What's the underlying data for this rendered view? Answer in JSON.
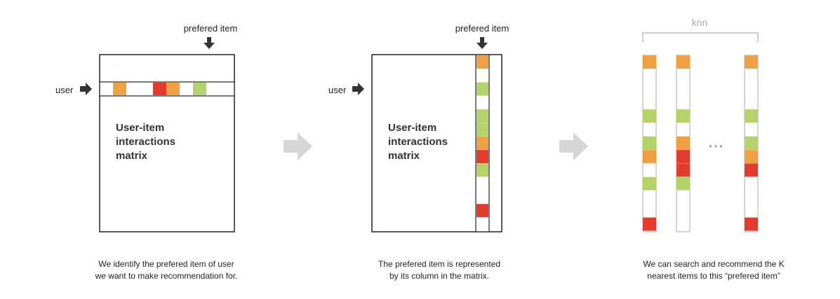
{
  "colors": {
    "orange": "#f0a040",
    "red": "#e23c2e",
    "green": "#b3d26a",
    "frame": "#222222",
    "flow_arrow": "#d6d6d6",
    "knn_bracket": "#bbbbbb"
  },
  "panel1": {
    "user_label": "user",
    "preferred_label": "prefered item",
    "matrix_title": [
      "User-item",
      "interactions",
      "matrix"
    ],
    "caption": [
      "We identify the prefered item of user",
      "we want to make recommendation for."
    ],
    "row_cells": [
      "orange",
      "",
      "",
      "red",
      "orange",
      "",
      "green",
      ""
    ]
  },
  "panel2": {
    "user_label": "user",
    "preferred_label": "prefered item",
    "matrix_title": [
      "User-item",
      "interactions",
      "matrix"
    ],
    "caption": [
      "The prefered item is represented",
      "by its column in the matrix."
    ],
    "column_cells": [
      "orange",
      "",
      "green",
      "",
      "green",
      "green",
      "orange",
      "red",
      "green",
      "",
      "",
      "red"
    ]
  },
  "panel3": {
    "knn_label": "knn",
    "ellipsis": "• • •",
    "caption": [
      "We can search and recommend the K",
      "nearest items to this “prefered item”"
    ],
    "columns": [
      [
        "orange",
        "",
        "",
        "",
        "green",
        "",
        "green",
        "orange",
        "",
        "green",
        "",
        "",
        "red"
      ],
      [
        "orange",
        "",
        "",
        "",
        "green",
        "",
        "orange",
        "red",
        "red",
        "green",
        "",
        "",
        ""
      ],
      [
        "orange",
        "",
        "",
        "",
        "green",
        "",
        "green",
        "orange",
        "red",
        "",
        "",
        "",
        "red"
      ]
    ]
  }
}
